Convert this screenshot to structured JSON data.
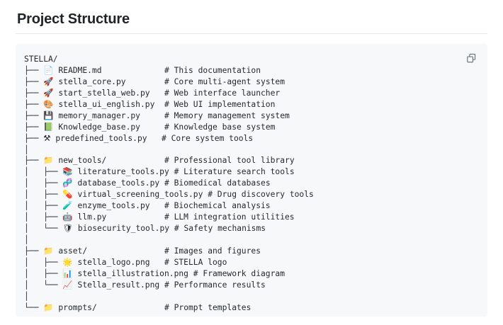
{
  "header": {
    "title": "Project Structure"
  },
  "code_block": {
    "copy_icon": "copy-icon",
    "copy_label": "Copy",
    "root": "STELLA/",
    "comment_column": 29,
    "lines": [
      {
        "type": "entry",
        "prefix": "├── ",
        "icon": "📄",
        "icon_name": "page-icon",
        "name": "README.md",
        "comment": "# This documentation"
      },
      {
        "type": "entry",
        "prefix": "├── ",
        "icon": "🚀",
        "icon_name": "rocket-icon",
        "name": "stella_core.py",
        "comment": "# Core multi-agent system"
      },
      {
        "type": "entry",
        "prefix": "├── ",
        "icon": "🚀",
        "icon_name": "rocket-icon",
        "name": "start_stella_web.py",
        "comment": "# Web interface launcher"
      },
      {
        "type": "entry",
        "prefix": "├── ",
        "icon": "🎨",
        "icon_name": "palette-icon",
        "name": "stella_ui_english.py",
        "comment": "# Web UI implementation"
      },
      {
        "type": "entry",
        "prefix": "├── ",
        "icon": "💾",
        "icon_name": "floppy-disk-icon",
        "name": "memory_manager.py",
        "comment": "# Memory management system"
      },
      {
        "type": "entry",
        "prefix": "├── ",
        "icon": "📗",
        "icon_name": "green-book-icon",
        "name": "Knowledge_base.py",
        "comment": "# Knowledge base system"
      },
      {
        "type": "entry",
        "prefix": "├── ",
        "icon": "⚒",
        "icon_name": "hammer-pick-icon",
        "name": "predefined_tools.py",
        "comment": "# Core system tools"
      },
      {
        "type": "blank",
        "prefix": "│",
        "icon": "",
        "icon_name": "",
        "name": "",
        "comment": ""
      },
      {
        "type": "entry",
        "prefix": "├── ",
        "icon": "📁",
        "icon_name": "folder-icon",
        "name": "new_tools/",
        "comment": "# Professional tool library"
      },
      {
        "type": "entry",
        "prefix": "│   ├── ",
        "icon": "📚",
        "icon_name": "books-icon",
        "name": "literature_tools.py",
        "comment": "# Literature search tools"
      },
      {
        "type": "entry",
        "prefix": "│   ├── ",
        "icon": "🧬",
        "icon_name": "dna-icon",
        "name": "database_tools.py",
        "comment": "# Biomedical databases"
      },
      {
        "type": "entry",
        "prefix": "│   ├── ",
        "icon": "💊",
        "icon_name": "pill-icon",
        "name": "virtual_screening_tools.py",
        "comment": "# Drug discovery tools"
      },
      {
        "type": "entry",
        "prefix": "│   ├── ",
        "icon": "🧪",
        "icon_name": "test-tube-icon",
        "name": "enzyme_tools.py",
        "comment": "# Biochemical analysis"
      },
      {
        "type": "entry",
        "prefix": "│   ├── ",
        "icon": "🤖",
        "icon_name": "robot-icon",
        "name": "llm.py",
        "comment": "# LLM integration utilities"
      },
      {
        "type": "entry",
        "prefix": "│   └── ",
        "icon": "🛡",
        "icon_name": "shield-icon",
        "name": "biosecurity_tool.py",
        "comment": "# Safety mechanisms"
      },
      {
        "type": "blank",
        "prefix": "│",
        "icon": "",
        "icon_name": "",
        "name": "",
        "comment": ""
      },
      {
        "type": "entry",
        "prefix": "├── ",
        "icon": "📁",
        "icon_name": "folder-icon",
        "name": "asset/",
        "comment": "# Images and figures"
      },
      {
        "type": "entry",
        "prefix": "│   ├── ",
        "icon": "🌟",
        "icon_name": "star-icon",
        "name": "stella_logo.png",
        "comment": "# STELLA logo"
      },
      {
        "type": "entry",
        "prefix": "│   ├── ",
        "icon": "📊",
        "icon_name": "bar-chart-icon",
        "name": "stella_illustration.png",
        "comment": "# Framework diagram"
      },
      {
        "type": "entry",
        "prefix": "│   └── ",
        "icon": "📈",
        "icon_name": "line-chart-icon",
        "name": "Stella_result.png",
        "comment": "# Performance results"
      },
      {
        "type": "blank",
        "prefix": "│",
        "icon": "",
        "icon_name": "",
        "name": "",
        "comment": ""
      },
      {
        "type": "entry",
        "prefix": "└── ",
        "icon": "📁",
        "icon_name": "folder-icon",
        "name": "prompts/",
        "comment": "# Prompt templates"
      }
    ]
  }
}
